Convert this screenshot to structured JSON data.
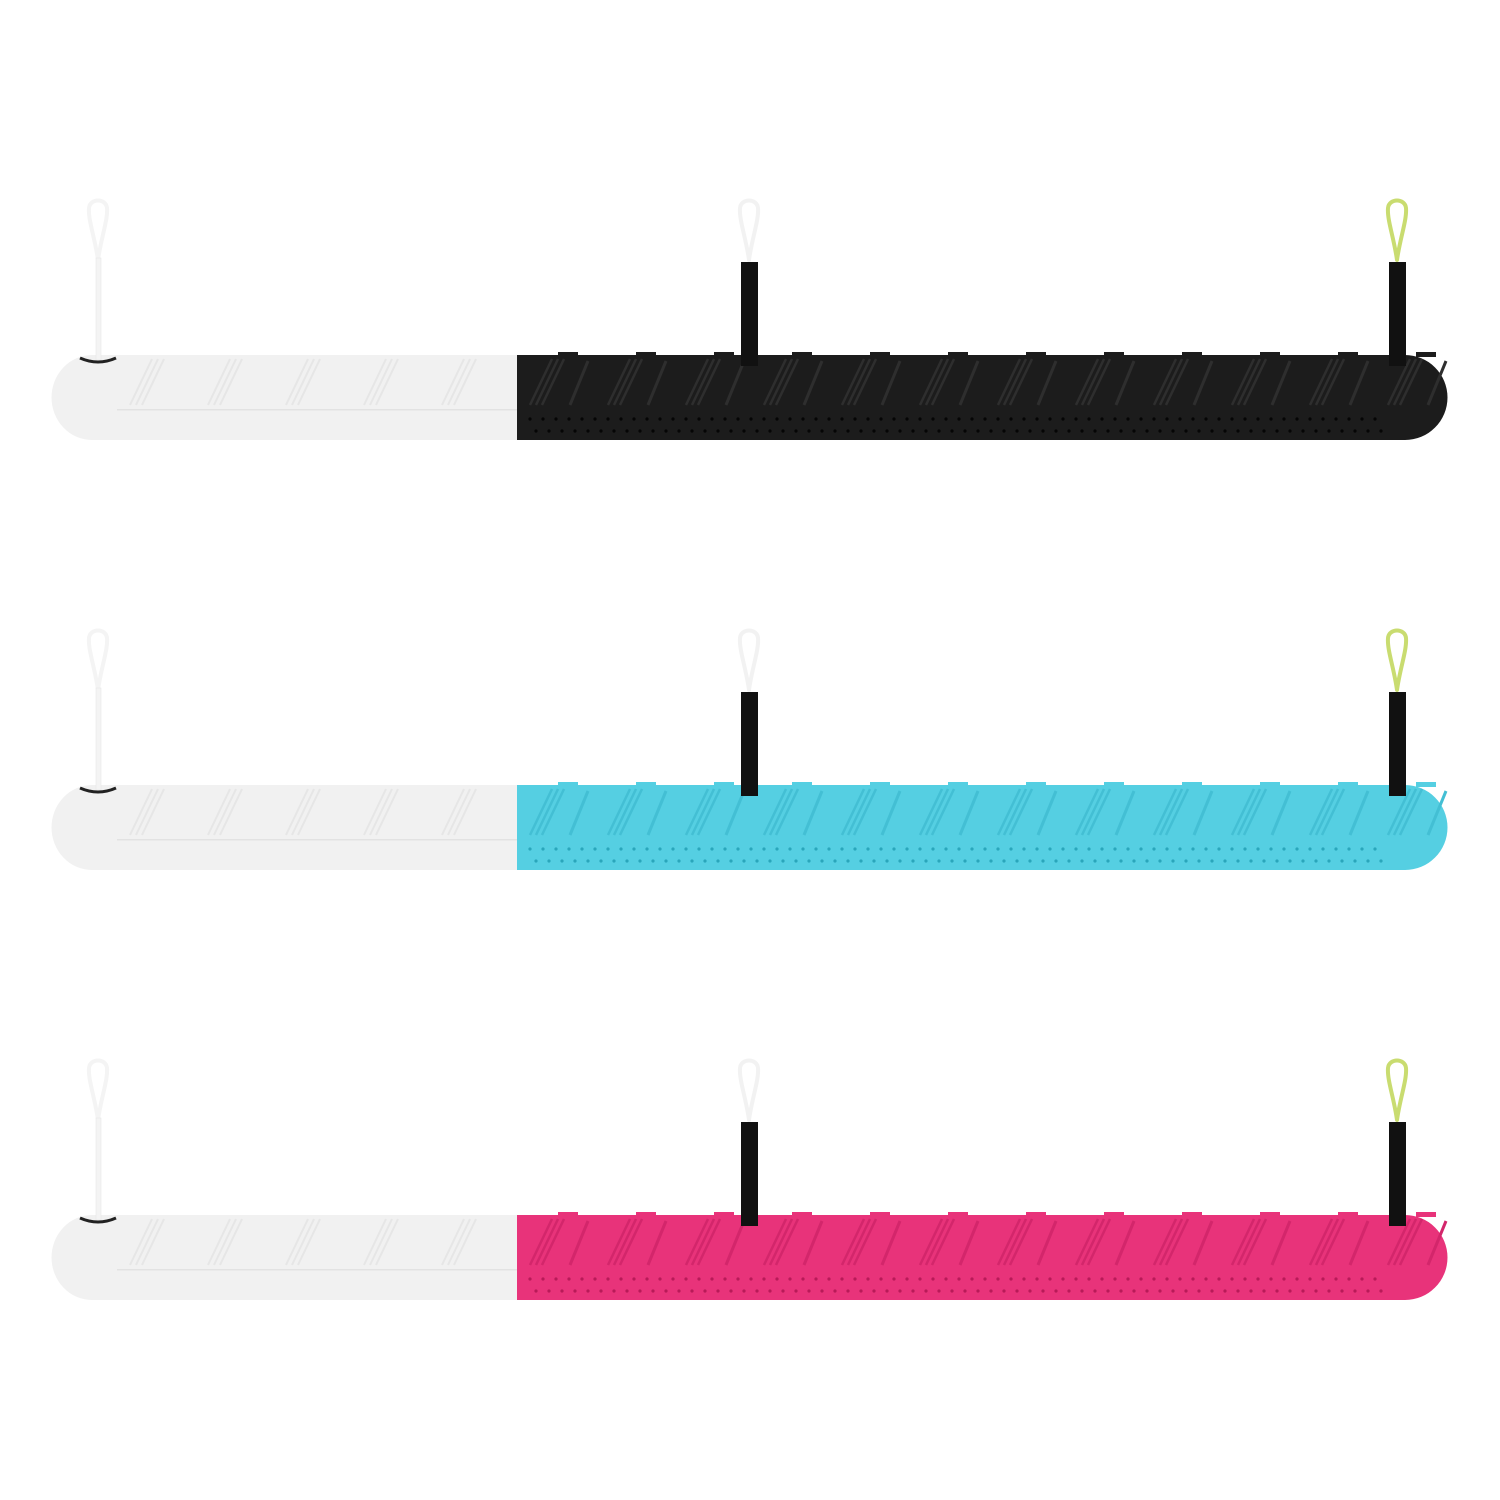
{
  "products": [
    {
      "name": "black",
      "body_color": "#1c1c1c",
      "ridge_color": "#2e2e2e",
      "dot_color": "#050505"
    },
    {
      "name": "cyan",
      "body_color": "#55cfe2",
      "ridge_color": "#43bfd4",
      "dot_color": "#2aa6bb"
    },
    {
      "name": "pink",
      "body_color": "#e8337a",
      "ridge_color": "#d3266b",
      "dot_color": "#b81a58"
    }
  ],
  "white_segment_color": "#f1f1f1",
  "loop_colors": {
    "left": "#f4f4f4",
    "middle": "#f2f2f2",
    "right": "#c9dc70"
  },
  "tube_color": "#111111"
}
